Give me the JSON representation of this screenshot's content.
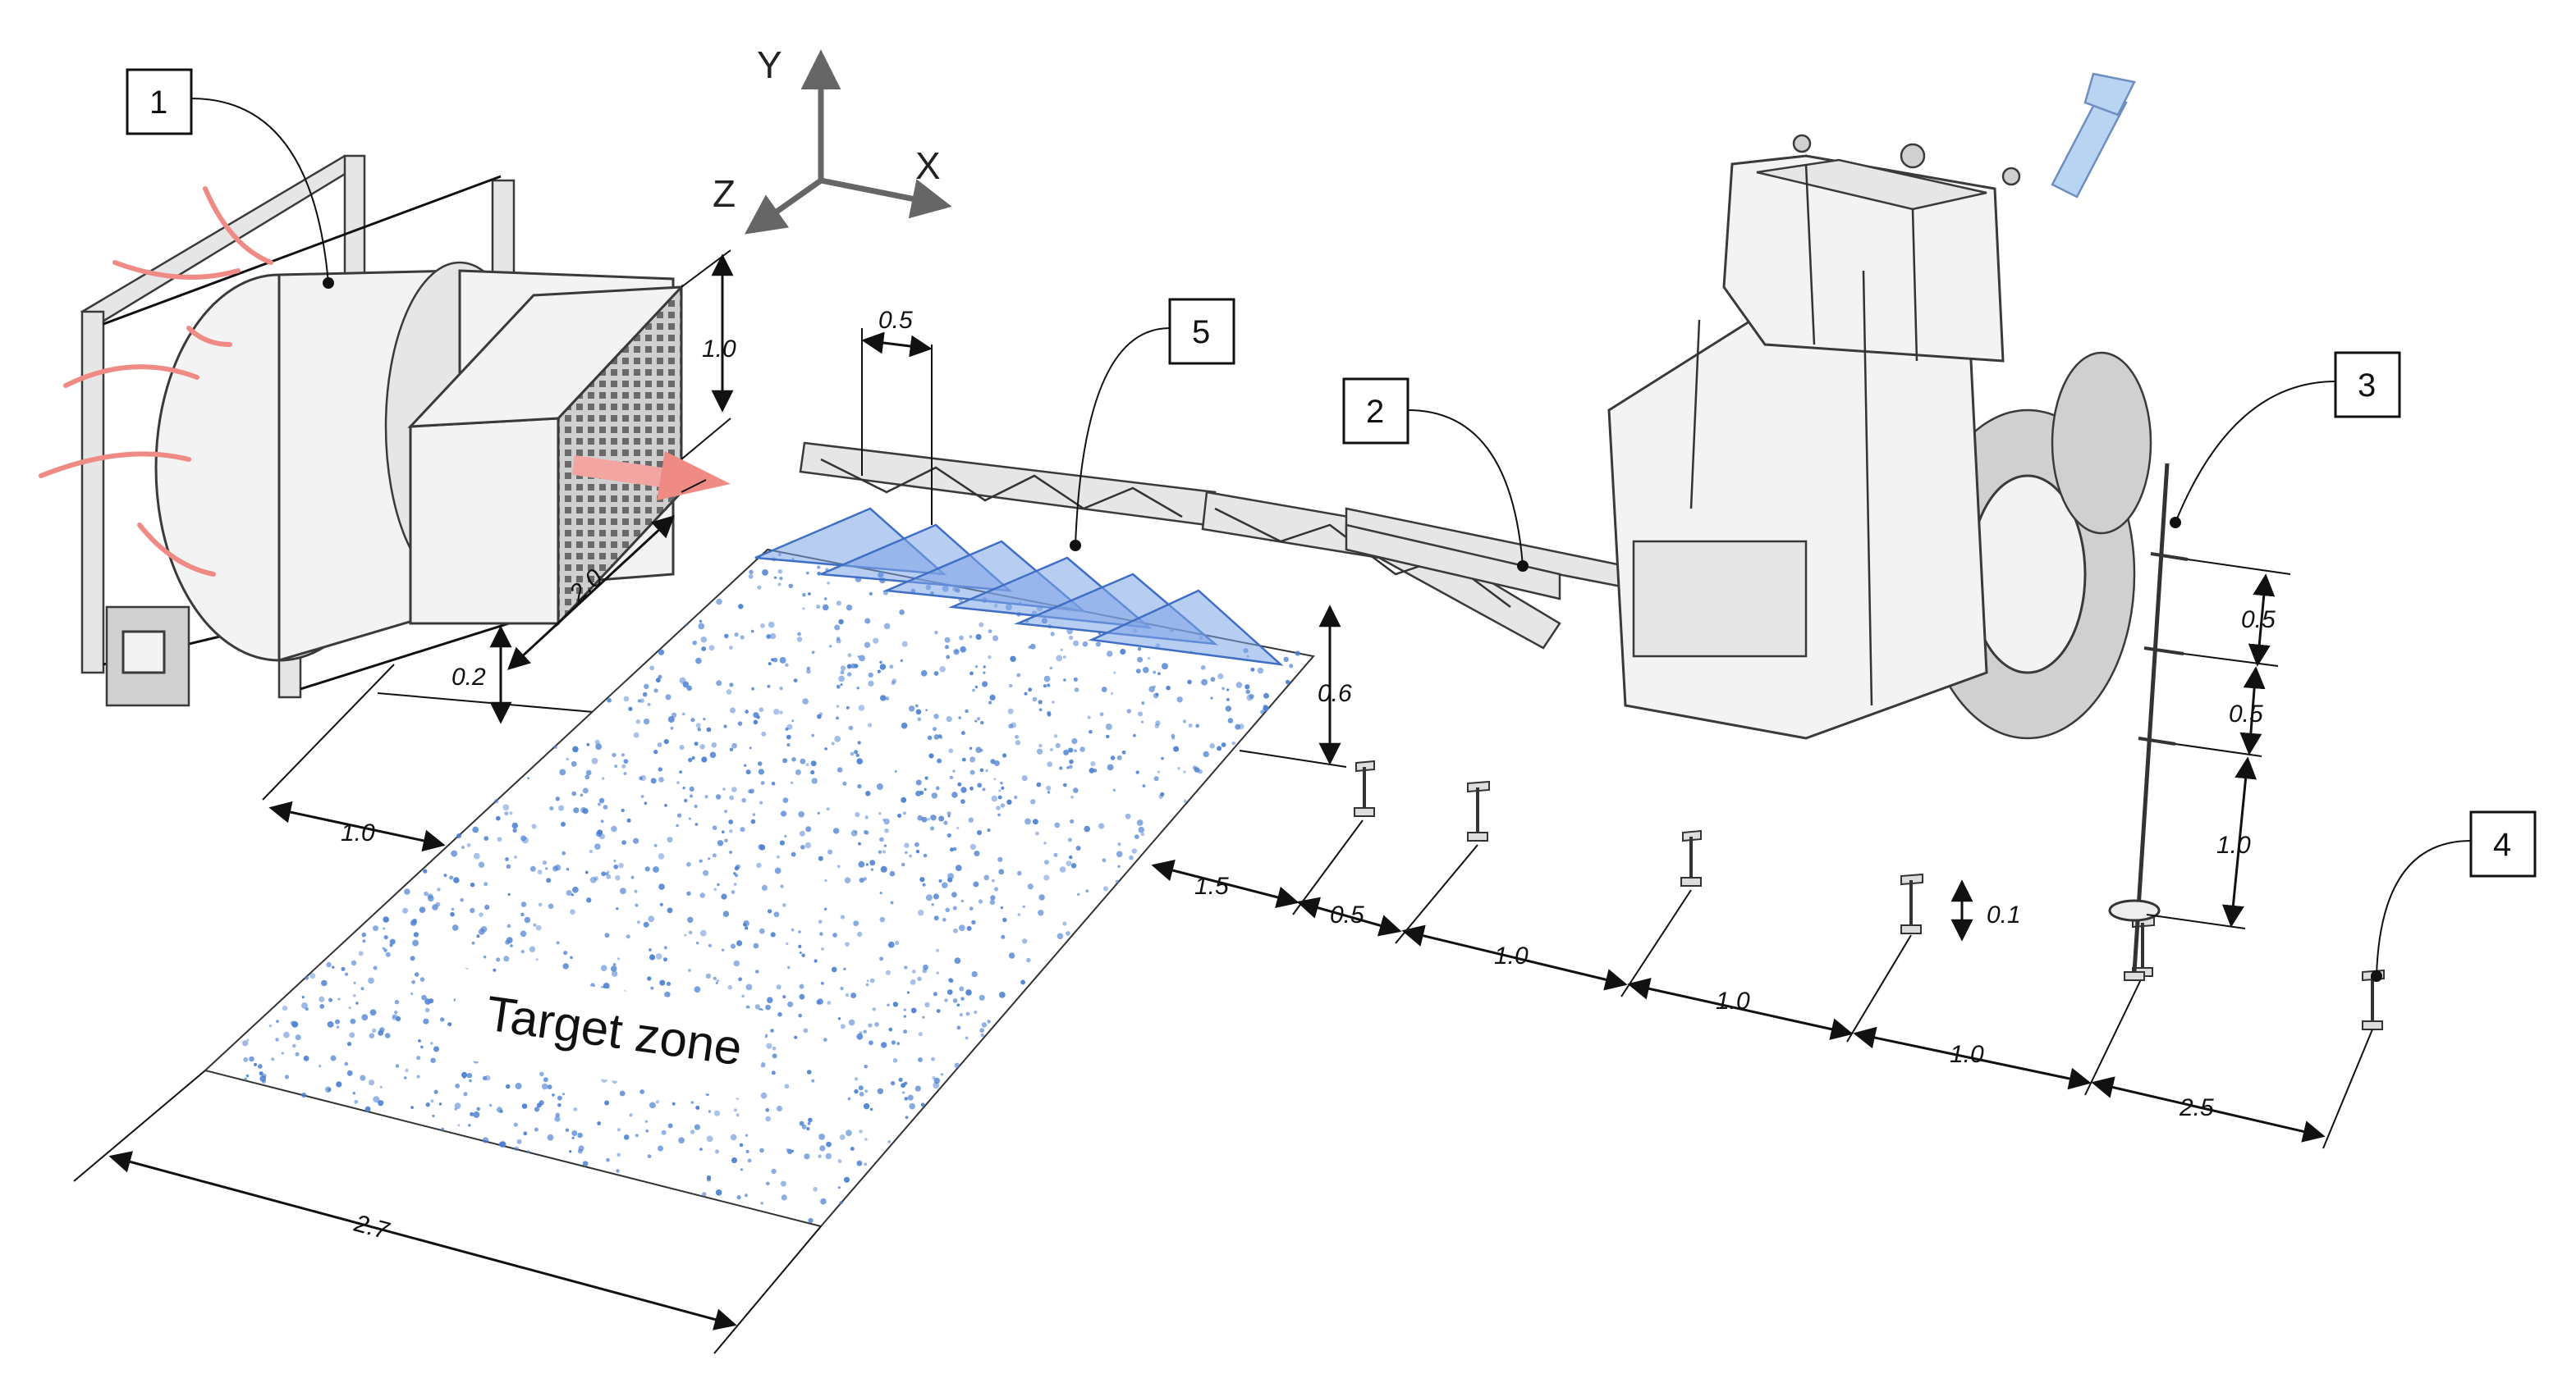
{
  "axes": {
    "y": "Y",
    "x": "X",
    "z": "Z"
  },
  "callouts": [
    "1",
    "2",
    "3",
    "4",
    "5"
  ],
  "target_zone_label": "Target zone",
  "dimensions": {
    "tunnel_height": "1.0",
    "tunnel_length": "2.0",
    "tunnel_base": "0.2",
    "tunnel_to_target": "1.0",
    "nozzle_spacing": "0.5",
    "boom_height": "0.6",
    "target_width": "2.7",
    "gap_target_collector": "1.5",
    "collector_spacing_1": "0.5",
    "collector_spacing_2": "1.0",
    "collector_spacing_3": "1.0",
    "collector_spacing_4": "1.0",
    "collector_to_sensor": "2.5",
    "collector_height": "0.1",
    "mast_spacing_1": "0.5",
    "mast_spacing_2": "0.5",
    "mast_spacing_3": "1.0"
  },
  "colors": {
    "airflow_red": "#f08a84",
    "spray_blue": "#7da4e8",
    "target_dots": "#4a7fd0",
    "wind_arrow": "#b9d3f2"
  }
}
